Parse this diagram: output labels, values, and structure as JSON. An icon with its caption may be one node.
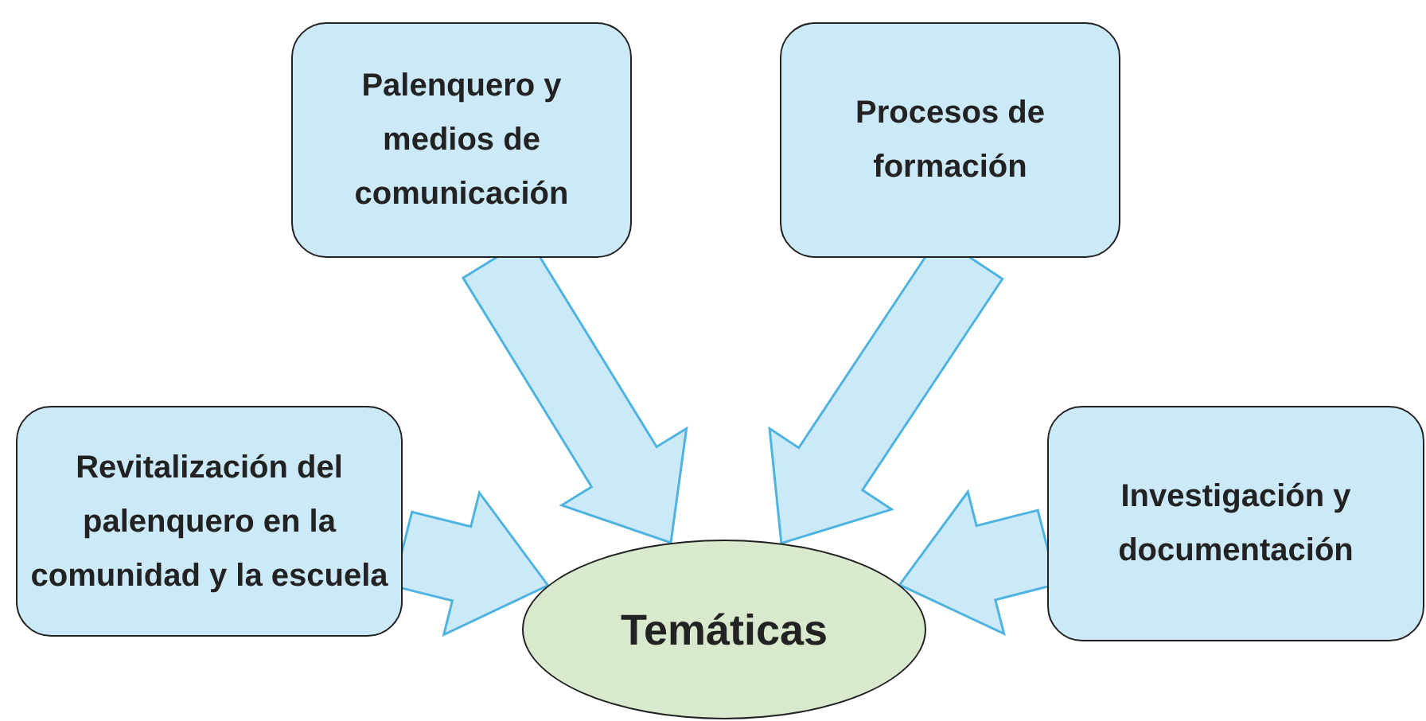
{
  "diagram": {
    "nodes": [
      {
        "text": [
          "Palenquero y medios de comunicación"
        ]
      },
      {
        "text": [
          "Procesos de formación"
        ]
      },
      {
        "text": [
          "Revitalización del palenquero en la comunidad y la escuela"
        ]
      },
      {
        "text": [
          "Investigación y documentación"
        ]
      },
      {
        "text": [
          "Temáticas"
        ]
      }
    ],
    "edges": [
      {
        "from": 0,
        "to": 4,
        "arrow": "to"
      },
      {
        "from": 1,
        "to": 4,
        "arrow": "to"
      },
      {
        "from": 2,
        "to": 4,
        "arrow": "to"
      },
      {
        "from": 3,
        "to": 4,
        "arrow": "to"
      }
    ]
  }
}
